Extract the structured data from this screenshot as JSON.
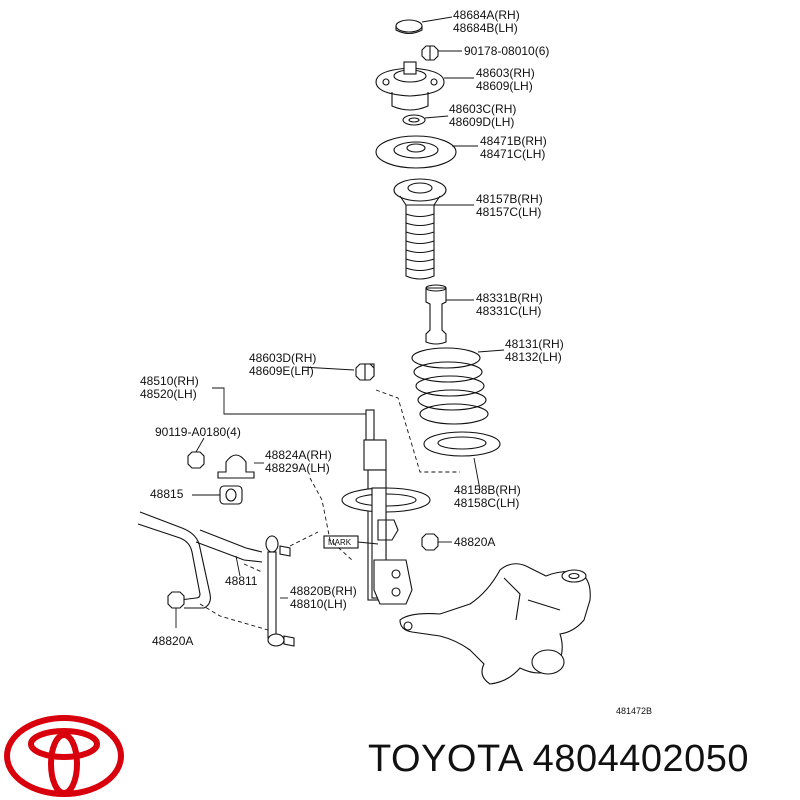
{
  "callouts": {
    "p48684": [
      "48684A(RH)",
      "48684B(LH)"
    ],
    "p90178": [
      "90178-08010(6)"
    ],
    "p48603": [
      "48603(RH)",
      "48609(LH)"
    ],
    "p48603c": [
      "48603C(RH)",
      "48609D(LH)"
    ],
    "p48471": [
      "48471B(RH)",
      "48471C(LH)"
    ],
    "p48157": [
      "48157B(RH)",
      "48157C(LH)"
    ],
    "p48331": [
      "48331B(RH)",
      "48331C(LH)"
    ],
    "p48131": [
      "48131(RH)",
      "48132(LH)"
    ],
    "p48603d": [
      "48603D(RH)",
      "48609E(LH)"
    ],
    "p48510": [
      "48510(RH)",
      "48520(LH)"
    ],
    "p90119": [
      "90119-A0180(4)"
    ],
    "p48824": [
      "48824A(RH)",
      "48829A(LH)"
    ],
    "p48815": [
      "48815"
    ],
    "p48158": [
      "48158B(RH)",
      "48158C(LH)"
    ],
    "p48820a_right": [
      "48820A"
    ],
    "p48811": [
      "48811"
    ],
    "p48820b": [
      "48820B(RH)",
      "48810(LH)"
    ],
    "p48820a_left": [
      "48820A"
    ]
  },
  "mark_label": "MARK",
  "figure_code": "481472B",
  "brand_text": "TOYOTA 4804402050",
  "colors": {
    "logo": "#d9000d",
    "ink": "#111111"
  }
}
